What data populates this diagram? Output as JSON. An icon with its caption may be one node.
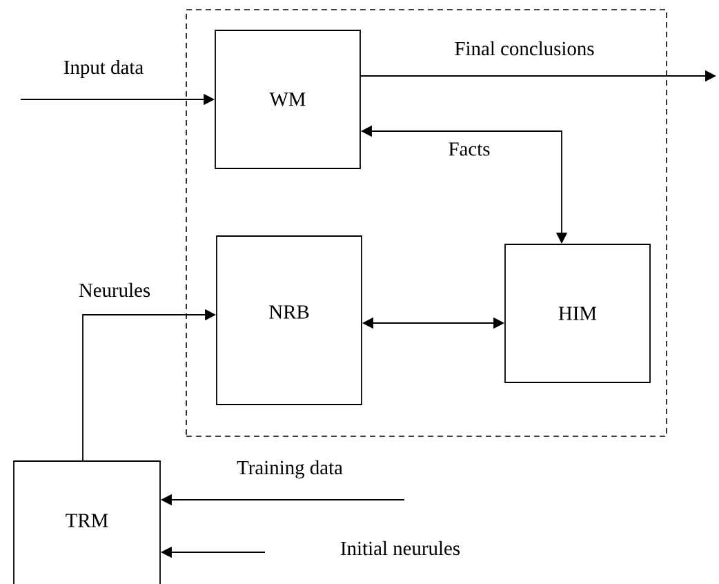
{
  "diagram": {
    "nodes": [
      {
        "text": [],
        "shape": "box"
      },
      {
        "text": [
          "WM"
        ],
        "in": 0
      },
      {
        "text": [
          "NRB"
        ],
        "in": 0
      },
      {
        "text": [
          "HIM"
        ],
        "in": 0
      },
      {
        "text": [
          "TRM"
        ]
      }
    ],
    "edges": [
      {
        "from": null,
        "to": 1,
        "arrow": "to",
        "label": "Input data"
      },
      {
        "from": 1,
        "to": null,
        "arrow": "to",
        "label": "Final conclusions"
      },
      {
        "from": 1,
        "to": 3,
        "arrow": "both",
        "label": "Facts"
      },
      {
        "from": 2,
        "to": 3,
        "arrow": "both"
      },
      {
        "from": 4,
        "to": 2,
        "arrow": "to",
        "label": "Neurules"
      },
      {
        "from": null,
        "to": 4,
        "arrow": "to",
        "label": "Training data"
      },
      {
        "from": null,
        "to": 4,
        "arrow": "to",
        "label": "Initial neurules"
      }
    ]
  }
}
